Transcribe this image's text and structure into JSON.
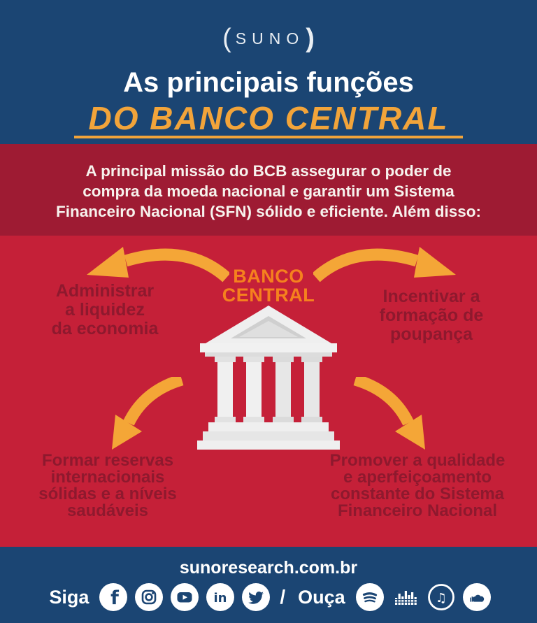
{
  "brand": {
    "logo_paren_left": "(",
    "logo_text": "SUNO",
    "logo_paren_right": ")"
  },
  "header": {
    "title_line1": "As principais funções",
    "title_line2": "DO BANCO CENTRAL"
  },
  "intro": {
    "line1": "A principal missão do BCB assegurar o poder de",
    "line2": "compra da moeda nacional e garantir um Sistema",
    "line3": "Financeiro Nacional (SFN) sólido e eficiente. Além disso:"
  },
  "diagram": {
    "center_label_line1": "BANCO",
    "center_label_line2": "CENTRAL",
    "center_icon": "bank-building-icon",
    "functions": [
      {
        "position": "top-left",
        "lines": [
          "Administrar",
          "a liquidez",
          "da economia"
        ]
      },
      {
        "position": "top-right",
        "lines": [
          "Incentivar a",
          "formação de",
          "poupança"
        ]
      },
      {
        "position": "bottom-left",
        "lines": [
          "Formar reservas",
          "internacionais",
          "sólidas e a níveis",
          "saudáveis"
        ]
      },
      {
        "position": "bottom-right",
        "lines": [
          "Promover a qualidade",
          "e aperfeiçoamento",
          "constante do Sistema",
          "Financeiro Nacional"
        ]
      }
    ]
  },
  "footer": {
    "website": "sunoresearch.com.br",
    "follow_label": "Siga",
    "separator": "/",
    "listen_label": "Ouça",
    "follow_icons": [
      "facebook-icon",
      "instagram-icon",
      "youtube-icon",
      "linkedin-icon",
      "twitter-icon"
    ],
    "listen_icons": [
      "spotify-icon",
      "deezer-icon",
      "itunes-icon",
      "soundcloud-icon"
    ]
  },
  "colors": {
    "navy": "#1B4573",
    "maroon_band": "#9E1B33",
    "crimson": "#C52038",
    "arrow_orange": "#F4A637",
    "title_orange": "#F2A43A",
    "center_label_orange": "#F5811E",
    "function_text": "#8E192E",
    "building_gray": "#EDEDED"
  }
}
